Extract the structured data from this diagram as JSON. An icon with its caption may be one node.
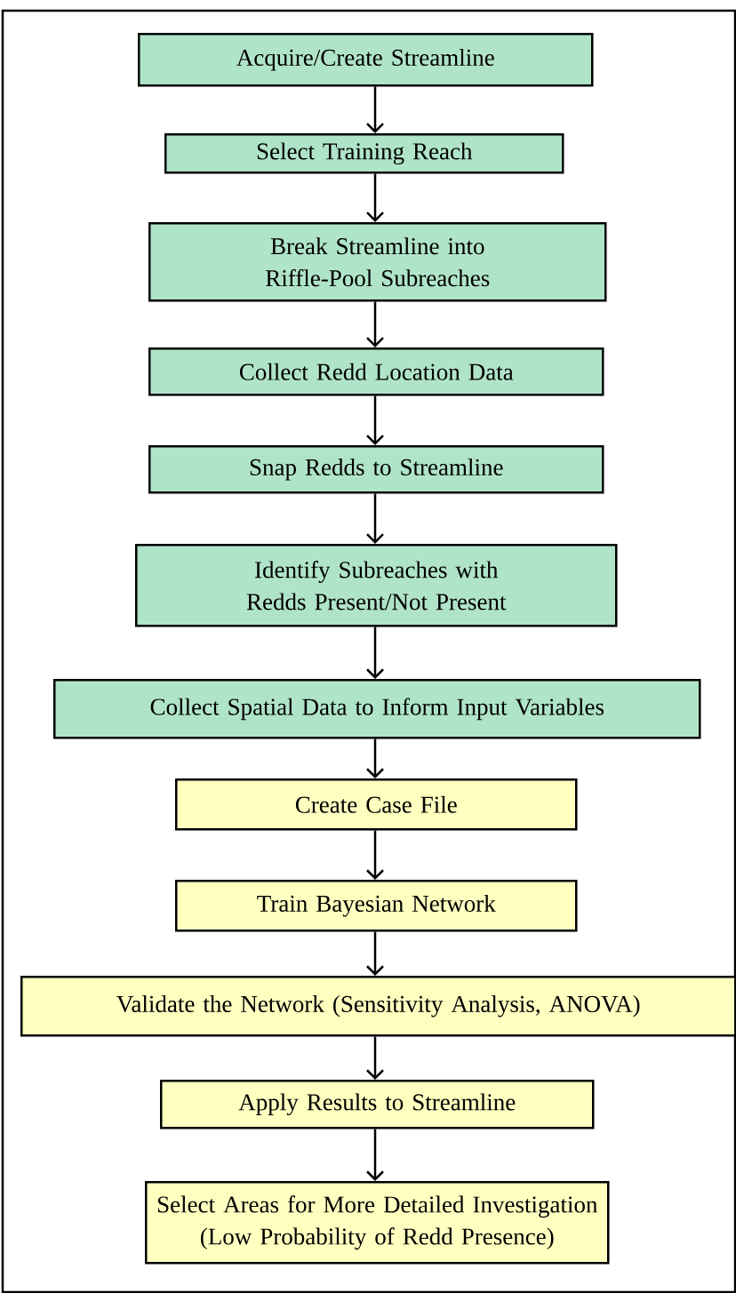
{
  "diagram": {
    "nodes": [
      {
        "text": [
          "Acquire/Create Streamline"
        ]
      },
      {
        "text": [
          "Select Training Reach"
        ]
      },
      {
        "text": [
          "Break Streamline into Riffle-Pool Subreaches"
        ]
      },
      {
        "text": [
          "Collect Redd Location Data"
        ]
      },
      {
        "text": [
          "Snap Redds to Streamline"
        ]
      },
      {
        "text": [
          "Identify Subreaches with Redds Present/Not Present"
        ]
      },
      {
        "text": [
          "Collect Spatial Data to Inform Input Variables"
        ]
      },
      {
        "text": [
          "Create Case File"
        ]
      },
      {
        "text": [
          "Train Bayesian Network"
        ]
      },
      {
        "text": [
          "Validate the Network (Sensitivity Analysis, ANOVA)"
        ]
      },
      {
        "text": [
          "Apply Results to Streamline"
        ]
      },
      {
        "text": [
          "Select Areas for More Detailed Investigation (Low Probability of Redd Presence)"
        ]
      }
    ],
    "edges": [
      {
        "from": 0,
        "to": 1,
        "arrow": "to"
      },
      {
        "from": 1,
        "to": 2,
        "arrow": "to"
      },
      {
        "from": 2,
        "to": 3,
        "arrow": "to"
      },
      {
        "from": 3,
        "to": 4,
        "arrow": "to"
      },
      {
        "from": 4,
        "to": 5,
        "arrow": "to"
      },
      {
        "from": 5,
        "to": 6,
        "arrow": "to"
      },
      {
        "from": 6,
        "to": 7,
        "arrow": "to"
      },
      {
        "from": 7,
        "to": 8,
        "arrow": "to"
      },
      {
        "from": 8,
        "to": 9,
        "arrow": "to"
      },
      {
        "from": 9,
        "to": 10,
        "arrow": "to"
      },
      {
        "from": 10,
        "to": 11,
        "arrow": "to"
      }
    ]
  }
}
